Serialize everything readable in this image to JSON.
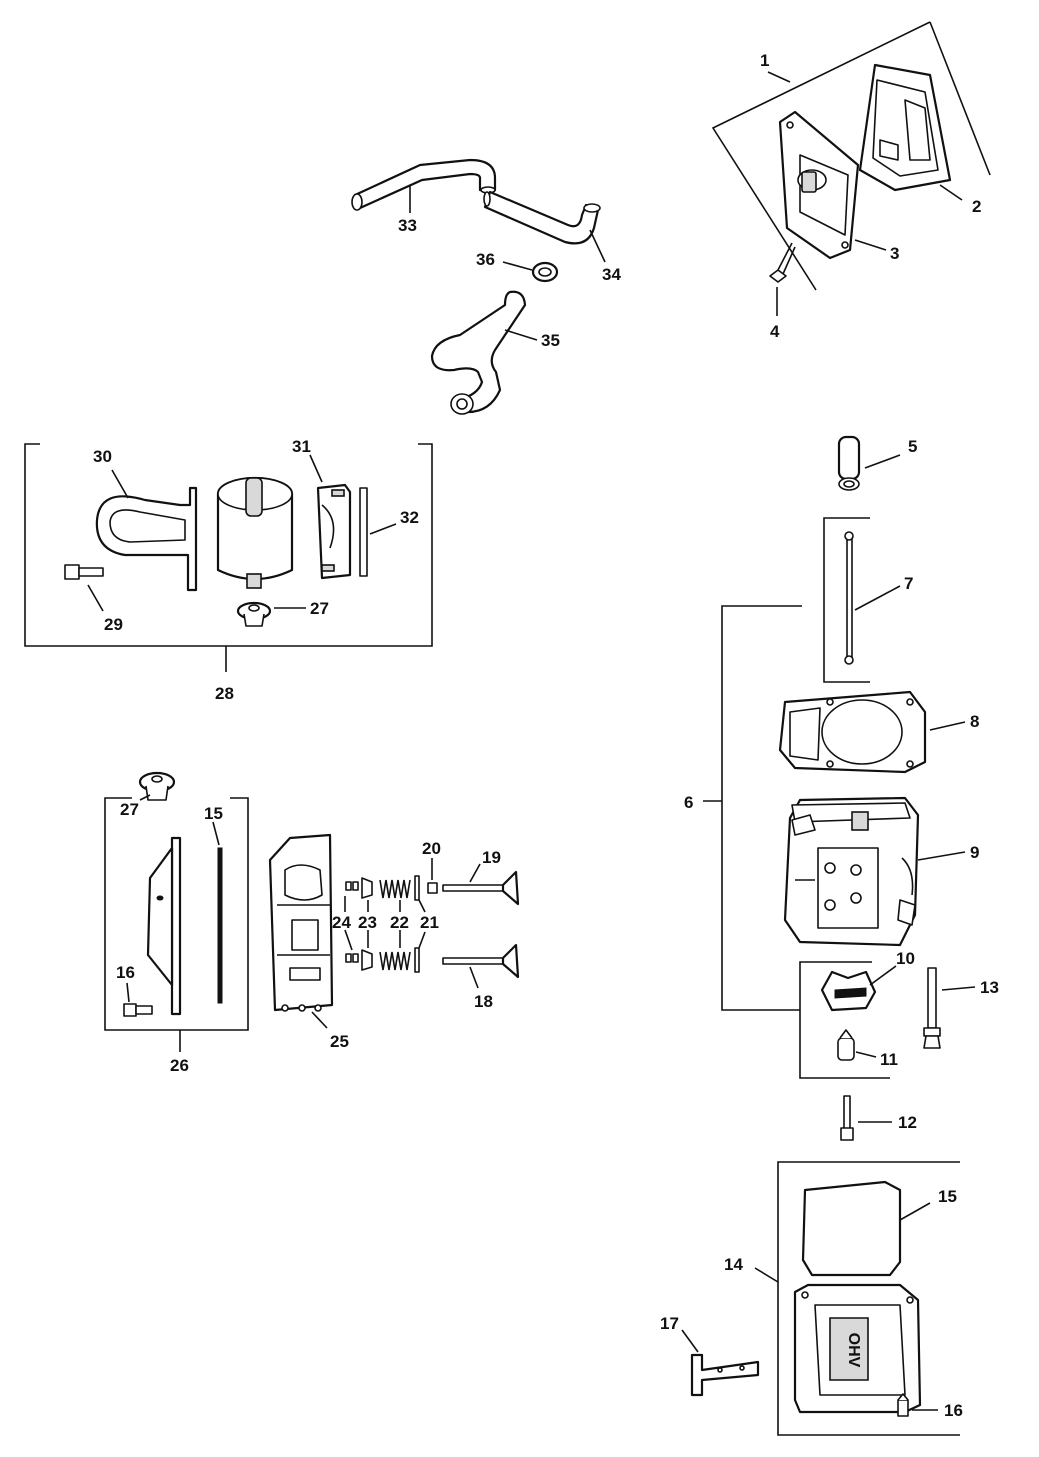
{
  "diagram": {
    "labels": {
      "p1": "1",
      "p2": "2",
      "p3": "3",
      "p4": "4",
      "p5": "5",
      "p6": "6",
      "p7": "7",
      "p8": "8",
      "p9": "9",
      "p10": "10",
      "p11": "11",
      "p12": "12",
      "p13": "13",
      "p14": "14",
      "p15a": "15",
      "p15b": "15",
      "p16a": "16",
      "p16b": "16",
      "p17": "17",
      "p18": "18",
      "p19": "19",
      "p20": "20",
      "p21": "21",
      "p22": "22",
      "p23": "23",
      "p24": "24",
      "p25": "25",
      "p26": "26",
      "p27a": "27",
      "p27b": "27",
      "p28": "28",
      "p29": "29",
      "p30": "30",
      "p31": "31",
      "p32": "32",
      "p33": "33",
      "p34": "34",
      "p35": "35",
      "p36": "36"
    },
    "cover_emboss": "OHV"
  }
}
